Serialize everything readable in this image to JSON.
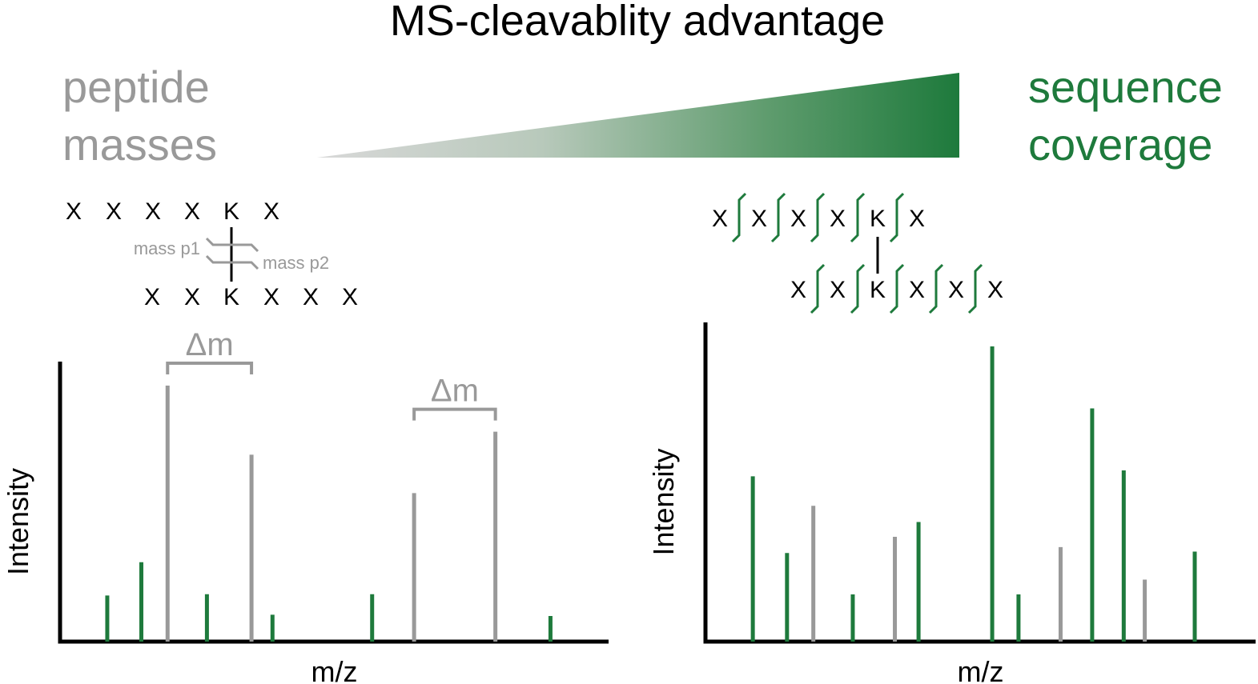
{
  "title": "MS-cleavablity advantage",
  "left_label": {
    "line1": "peptide",
    "line2": "masses"
  },
  "right_label": {
    "line1": "sequence",
    "line2": "coverage"
  },
  "colors": {
    "gray": "#999999",
    "green": "#1e7a3c",
    "black": "#000000"
  },
  "left_peptides": {
    "top_residues": [
      "X",
      "X",
      "X",
      "X",
      "K",
      "X"
    ],
    "bottom_residues": [
      "X",
      "X",
      "K",
      "X",
      "X",
      "X"
    ],
    "mass_label_1": "mass p1",
    "mass_label_2": "mass p2"
  },
  "right_peptides": {
    "top_residues": [
      "X",
      "X",
      "X",
      "X",
      "K",
      "X"
    ],
    "bottom_residues": [
      "X",
      "X",
      "K",
      "X",
      "X",
      "X"
    ]
  },
  "delta_label": "Δm",
  "chart_data": [
    {
      "type": "bar",
      "xlabel": "m/z",
      "ylabel": "Intensity",
      "annotations": [
        "Δm",
        "Δm"
      ],
      "peaks": [
        {
          "mz": 0.09,
          "intensity": 0.18,
          "color": "green"
        },
        {
          "mz": 0.155,
          "intensity": 0.31,
          "color": "green"
        },
        {
          "mz": 0.205,
          "intensity": 1.0,
          "color": "gray"
        },
        {
          "mz": 0.28,
          "intensity": 0.185,
          "color": "green"
        },
        {
          "mz": 0.365,
          "intensity": 0.73,
          "color": "gray"
        },
        {
          "mz": 0.405,
          "intensity": 0.105,
          "color": "green"
        },
        {
          "mz": 0.595,
          "intensity": 0.185,
          "color": "green"
        },
        {
          "mz": 0.675,
          "intensity": 0.58,
          "color": "gray"
        },
        {
          "mz": 0.83,
          "intensity": 0.82,
          "color": "gray"
        },
        {
          "mz": 0.935,
          "intensity": 0.1,
          "color": "green"
        }
      ]
    },
    {
      "type": "bar",
      "xlabel": "m/z",
      "ylabel": "Intensity",
      "peaks": [
        {
          "mz": 0.09,
          "intensity": 0.56,
          "color": "green"
        },
        {
          "mz": 0.155,
          "intensity": 0.3,
          "color": "green"
        },
        {
          "mz": 0.205,
          "intensity": 0.46,
          "color": "gray"
        },
        {
          "mz": 0.28,
          "intensity": 0.16,
          "color": "green"
        },
        {
          "mz": 0.36,
          "intensity": 0.355,
          "color": "gray"
        },
        {
          "mz": 0.405,
          "intensity": 0.405,
          "color": "green"
        },
        {
          "mz": 0.545,
          "intensity": 1.0,
          "color": "green"
        },
        {
          "mz": 0.595,
          "intensity": 0.16,
          "color": "green"
        },
        {
          "mz": 0.675,
          "intensity": 0.32,
          "color": "gray"
        },
        {
          "mz": 0.735,
          "intensity": 0.79,
          "color": "green"
        },
        {
          "mz": 0.795,
          "intensity": 0.58,
          "color": "green"
        },
        {
          "mz": 0.835,
          "intensity": 0.21,
          "color": "gray"
        },
        {
          "mz": 0.93,
          "intensity": 0.305,
          "color": "green"
        }
      ]
    }
  ]
}
